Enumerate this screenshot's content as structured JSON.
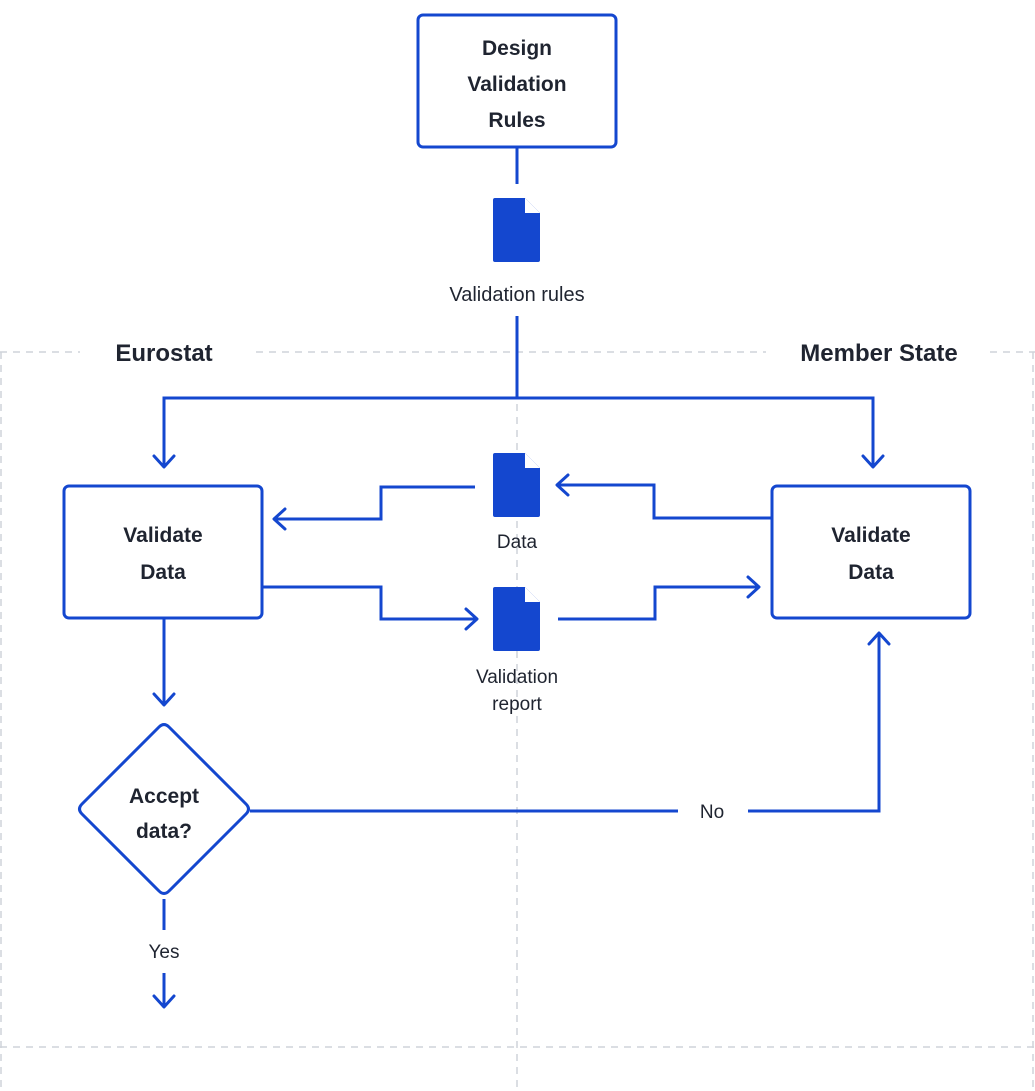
{
  "colors": {
    "accent": "#1447cf",
    "text": "#1f2430",
    "lane_border": "#cfd3da",
    "background": "#ffffff"
  },
  "lanes": {
    "left": "Eurostat",
    "right": "Member State"
  },
  "nodes": {
    "design": [
      "Design",
      "Validation",
      "Rules"
    ],
    "validate_eurostat": [
      "Validate",
      "Data"
    ],
    "validate_member": [
      "Validate",
      "Data"
    ],
    "decision": [
      "Accept",
      "data?"
    ]
  },
  "documents": {
    "rules": {
      "icon": "document-icon",
      "label": "Validation rules"
    },
    "data": {
      "icon": "document-icon",
      "label": "Data"
    },
    "report": {
      "icon": "document-icon",
      "label": [
        "Validation",
        "report"
      ]
    }
  },
  "edge_labels": {
    "no": "No",
    "yes": "Yes"
  }
}
